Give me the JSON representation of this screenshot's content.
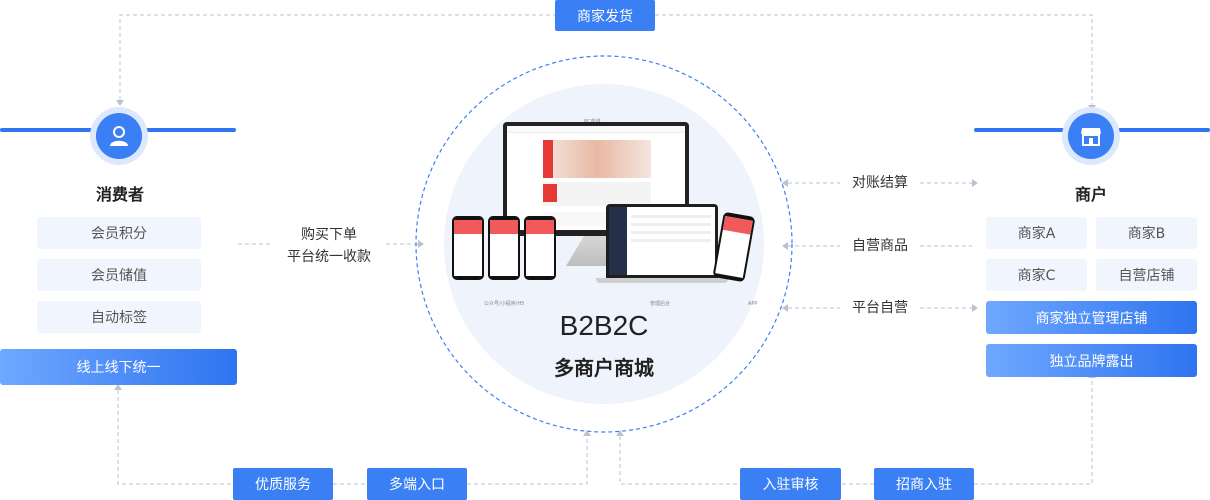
{
  "top": {
    "merchant_ship": "商家发货"
  },
  "consumer": {
    "title": "消费者",
    "icon": "user-icon",
    "items": [
      "会员积分",
      "会员储值",
      "自动标签"
    ],
    "highlight": "线上线下统一"
  },
  "merchant": {
    "title": "商户",
    "icon": "store-icon",
    "items": [
      "商家A",
      "商家B",
      "商家C",
      "自营店铺"
    ],
    "highlights": [
      "商家独立管理店铺",
      "独立品牌露出"
    ]
  },
  "flows": {
    "buy_line1": "购买下单",
    "buy_line2": "平台统一收款",
    "reconcile": "对账结算",
    "self_goods": "自营商品",
    "platform_self": "平台自营"
  },
  "center": {
    "title": "B2B2C",
    "subtitle": "多商户商城",
    "cap_pc": "PC商城",
    "cap_mp": "公众号/小程序/H5",
    "cap_admin": "管理后台",
    "cap_app": "APP"
  },
  "bottom": {
    "quality": "优质服务",
    "multi": "多端入口",
    "settle": "入驻审核",
    "invite": "招商入驻"
  },
  "colors": {
    "accent": "#2f74f0",
    "chip_bg": "#f1f5fd",
    "circle_bg": "#eef3fc"
  }
}
